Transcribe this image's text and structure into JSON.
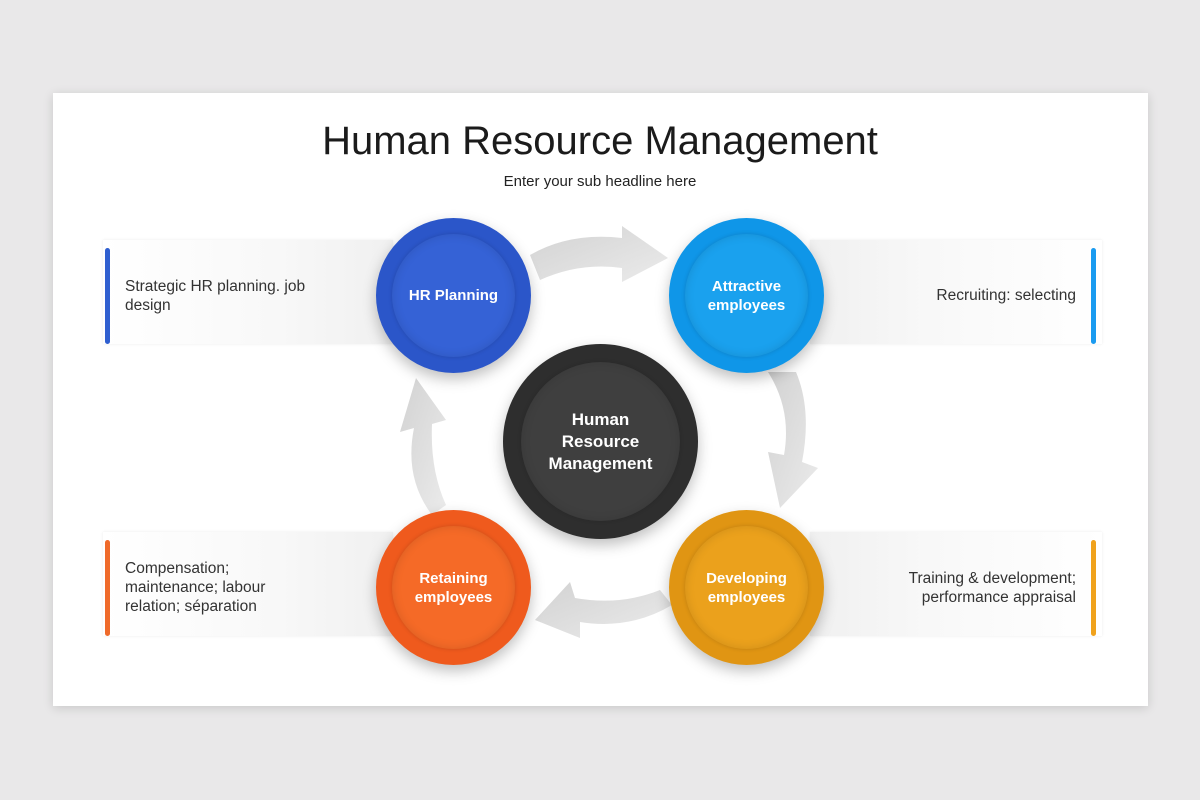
{
  "slide": {
    "title": "Human Resource Management",
    "subtitle": "Enter your sub headline here"
  },
  "center": {
    "label": "Human Resource Management",
    "color": "#3a3a3a"
  },
  "nodes": [
    {
      "id": "hr-planning",
      "label": "HR Planning",
      "description": "Strategic HR planning. job design",
      "color": "#2b56c9",
      "inner": "#3562d6"
    },
    {
      "id": "attractive-employees",
      "label": "Attractive employees",
      "description": "Recruiting: selecting",
      "color": "#0f96e8",
      "inner": "#1aa1ee"
    },
    {
      "id": "developing-employees",
      "label": "Developing employees",
      "description": "Training & development; performance appraisal",
      "color": "#e09513",
      "inner": "#eba11c"
    },
    {
      "id": "retaining-employees",
      "label": "Retaining employees",
      "description": "Compensation; maintenance; labour relation; séparation",
      "color": "#ef5a1d",
      "inner": "#f56a27"
    }
  ],
  "accent_bars": [
    "#2f5fd0",
    "#1a9bf0",
    "#f0a21c",
    "#ef6a2a"
  ]
}
